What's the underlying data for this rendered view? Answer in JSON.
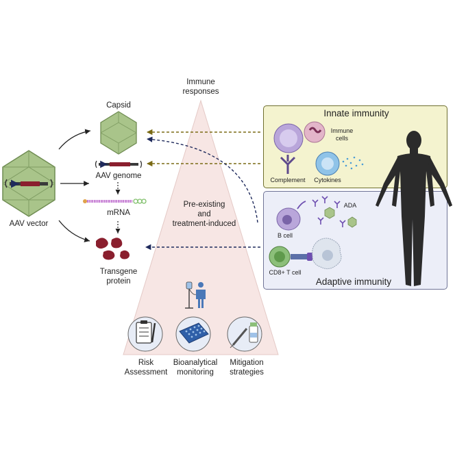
{
  "vector_label": "AAV vector",
  "capsid_label": "Capsid",
  "genome_label": "AAV genome",
  "mrna_label": "mRNA",
  "transgene_label_1": "Transgene",
  "transgene_label_2": "protein",
  "immune_title_1": "Immune",
  "immune_title_2": "responses",
  "triangle_text_1": "Pre-existing",
  "triangle_text_2": "and",
  "triangle_text_3": "treatment-induced",
  "risk_label_1": "Risk",
  "risk_label_2": "Assessment",
  "bio_label_1": "Bioanalytical",
  "bio_label_2": "monitoring",
  "mit_label_1": "Mitigation",
  "mit_label_2": "strategies",
  "innate_title": "Innate immunity",
  "immune_cells_1": "Immune",
  "immune_cells_2": "cells",
  "complement_label": "Complement",
  "cytokines_label": "Cytokines",
  "adaptive_title": "Adaptive immunity",
  "b_cell_label": "B cell",
  "ada_label": "ADA",
  "cd8_label": "CD8+ T cell",
  "colors": {
    "capsid_green": "#a9c48a",
    "triangle_pink": "#f7e6e4",
    "innate_bg": "#f4f3cf",
    "adaptive_bg": "#eceef8",
    "arrow_olive": "#7a6a14",
    "arrow_navy": "#1f2a5c",
    "protein_red": "#8a1f2e",
    "silhouette": "#2b2b2b"
  }
}
